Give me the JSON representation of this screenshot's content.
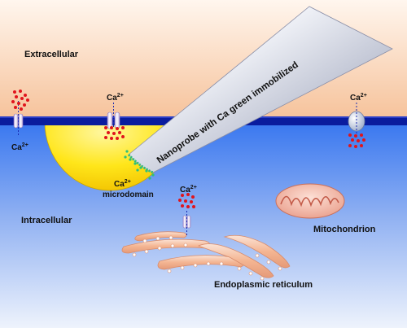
{
  "labels": {
    "extracellular": "Extracellular",
    "intracellular": "Intracellular",
    "probe": "Nanoprobe with Ca green immobilized",
    "microdomain_line1": "Ca",
    "microdomain_line1_sup": "2+",
    "microdomain_line2": "microdomain",
    "mitochondrion": "Mitochondrion",
    "er": "Endoplasmic reticulum",
    "ion_base": "Ca",
    "ion_charge": "2+"
  },
  "colors": {
    "extracellular_top": "#fff4ea",
    "extracellular_bottom": "#f6c6a0",
    "membrane": "#0a1c9e",
    "intracellular_top": "#3a78f0",
    "intracellular_bottom": "#e4ecfb",
    "microdomain": "#ffe81e",
    "calcium": "#e0141c",
    "organelle_fill": "#f4b89a",
    "probe_light": "#ffffff",
    "probe_dark": "#8a8fa8",
    "probe_dye": "#2ec07a"
  }
}
